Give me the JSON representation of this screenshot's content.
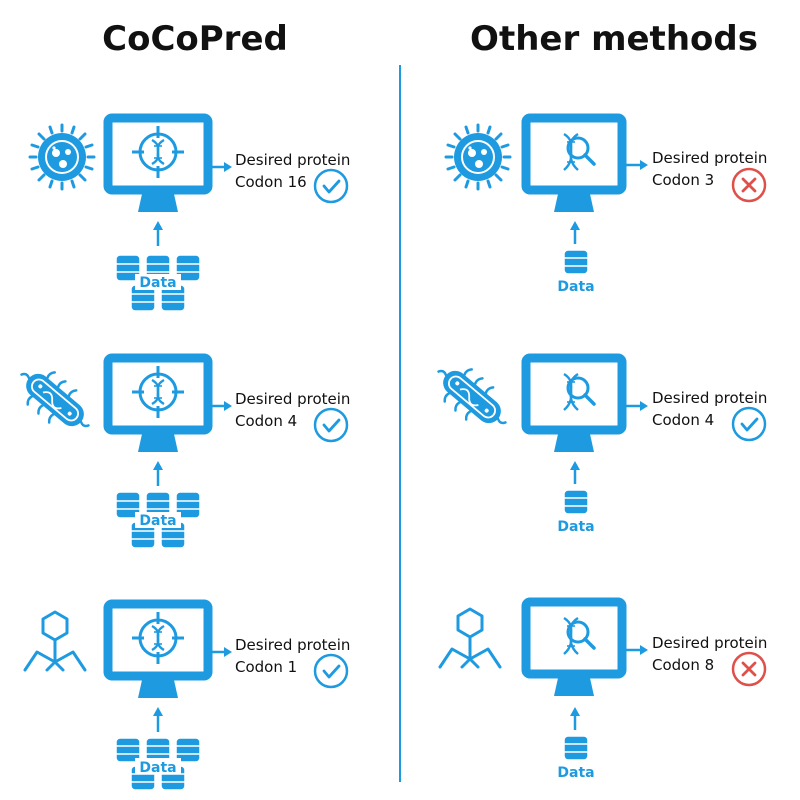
{
  "colors": {
    "accent": "#1e9ae0",
    "success": "#1e9ae0",
    "failure": "#e0504a",
    "text": "#111111"
  },
  "columns": [
    {
      "title": "CoCoPred",
      "rows": [
        {
          "organism_icon": "virus-icon",
          "label": "Desired protein",
          "codon": "Codon 16",
          "result": "check",
          "data_label": "Data"
        },
        {
          "organism_icon": "bacterium-icon",
          "label": "Desired protein",
          "codon": "Codon 4",
          "result": "check",
          "data_label": "Data"
        },
        {
          "organism_icon": "bacteriophage-icon",
          "label": "Desired protein",
          "codon": "Codon 1",
          "result": "check",
          "data_label": "Data"
        }
      ]
    },
    {
      "title": "Other methods",
      "rows": [
        {
          "organism_icon": "virus-icon",
          "label": "Desired protein",
          "codon": "Codon 3",
          "result": "cross",
          "data_label": "Data"
        },
        {
          "organism_icon": "bacterium-icon",
          "label": "Desired protein",
          "codon": "Codon 4",
          "result": "check",
          "data_label": "Data"
        },
        {
          "organism_icon": "bacteriophage-icon",
          "label": "Desired protein",
          "codon": "Codon 8",
          "result": "cross",
          "data_label": "Data"
        }
      ]
    }
  ]
}
